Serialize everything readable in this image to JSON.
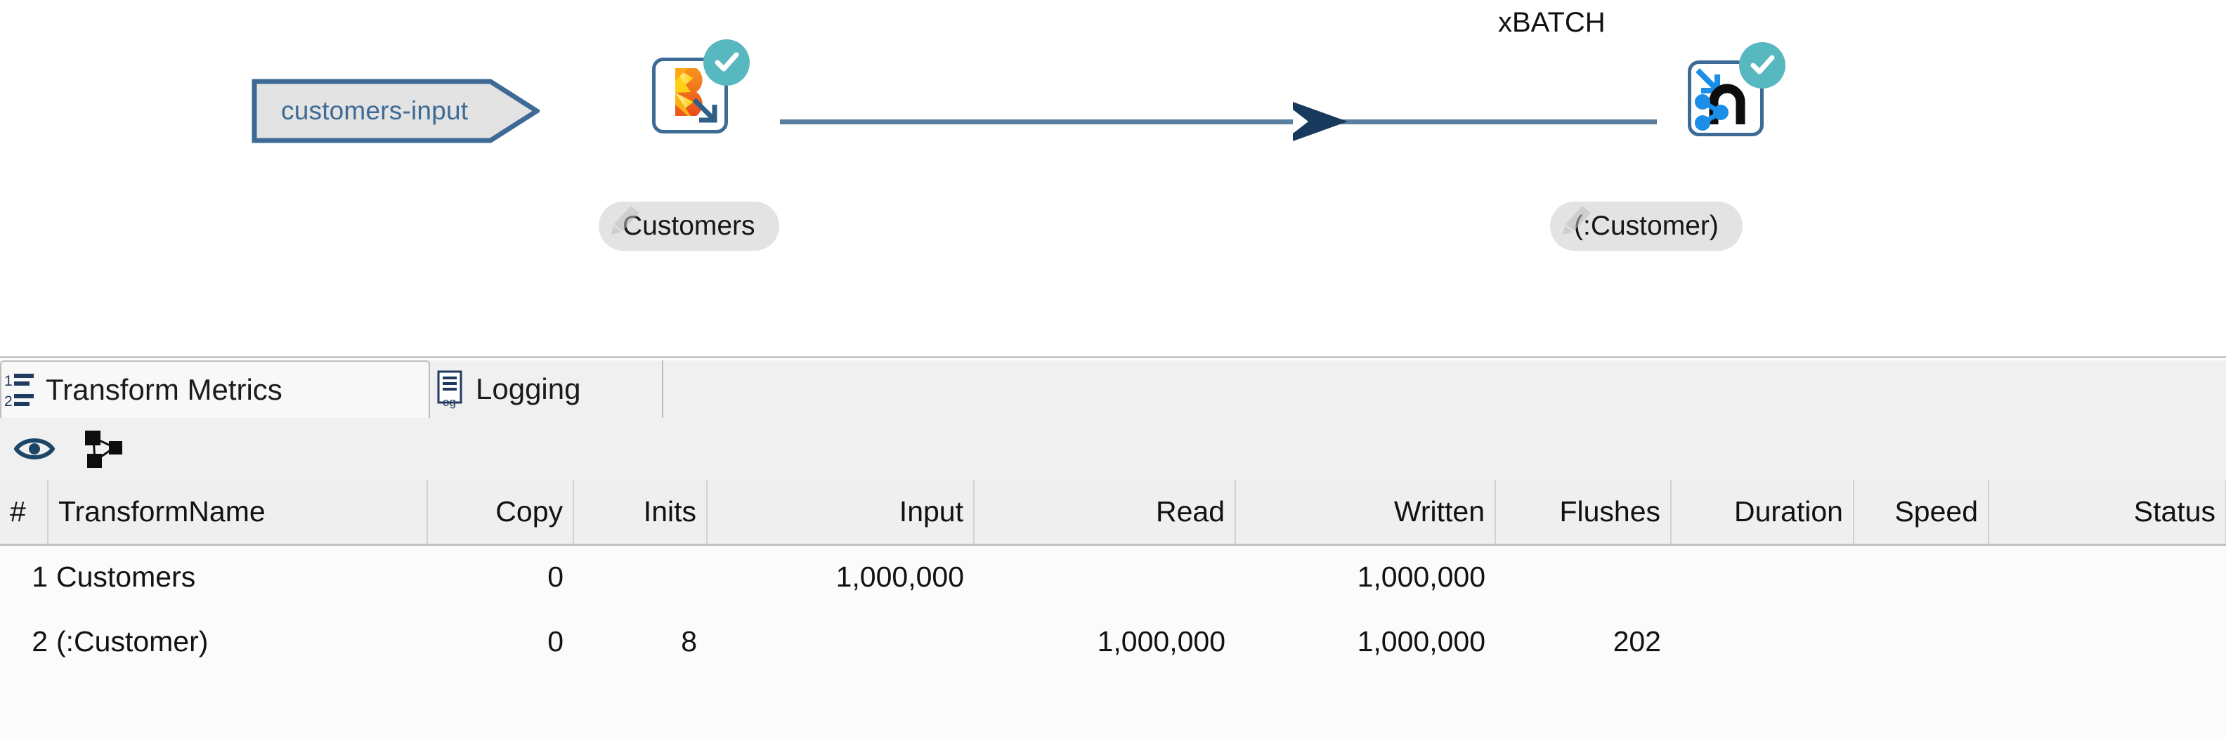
{
  "canvas": {
    "pipeline_input": {
      "label": "customers-input",
      "shape": "chevron"
    },
    "annotation": {
      "text": "xBATCH"
    },
    "nodes": [
      {
        "id": "customers",
        "label": "Customers",
        "icon": "beam-input-icon",
        "status": "success",
        "status_icon": "check-circle-icon"
      },
      {
        "id": "neo4j-customer",
        "label": "(:Customer)",
        "icon": "neo4j-output-icon",
        "status": "success",
        "status_icon": "check-circle-icon"
      }
    ],
    "hop": {
      "from": "Customers",
      "to": "(:Customer)",
      "arrow_icon": "hop-arrow-icon"
    },
    "colors": {
      "hop_line": "#5a7f9e",
      "hop_arrow": "#17395c",
      "node_border": "#3d6b95",
      "input_text": "#3d6b95",
      "input_fill": "#e3e3e3",
      "status_badge": "#58b8bf",
      "label_pill": "#e3e3e3"
    }
  },
  "tabs": [
    {
      "label": "Transform Metrics",
      "icon": "numbered-list-icon",
      "selected": true
    },
    {
      "label": "Logging",
      "icon": "log-document-icon",
      "selected": false
    }
  ],
  "toolbar": {
    "buttons": [
      {
        "name": "show-inactive-transforms",
        "icon": "eye-icon"
      },
      {
        "name": "show-graph-view",
        "icon": "network-graph-icon"
      }
    ]
  },
  "metrics_table": {
    "columns": [
      "#",
      "TransformName",
      "Copy",
      "Inits",
      "Input",
      "Read",
      "Written",
      "Flushes",
      "Duration",
      "Speed",
      "Status"
    ],
    "rows": [
      {
        "#": "1",
        "TransformName": "Customers",
        "Copy": "0",
        "Inits": "",
        "Input": "1,000,000",
        "Read": "",
        "Written": "1,000,000",
        "Flushes": "",
        "Duration": "",
        "Speed": "",
        "Status": ""
      },
      {
        "#": "2",
        "TransformName": "(:Customer)",
        "Copy": "0",
        "Inits": "8",
        "Input": "",
        "Read": "1,000,000",
        "Written": "1,000,000",
        "Flushes": "202",
        "Duration": "",
        "Speed": "",
        "Status": ""
      }
    ]
  }
}
